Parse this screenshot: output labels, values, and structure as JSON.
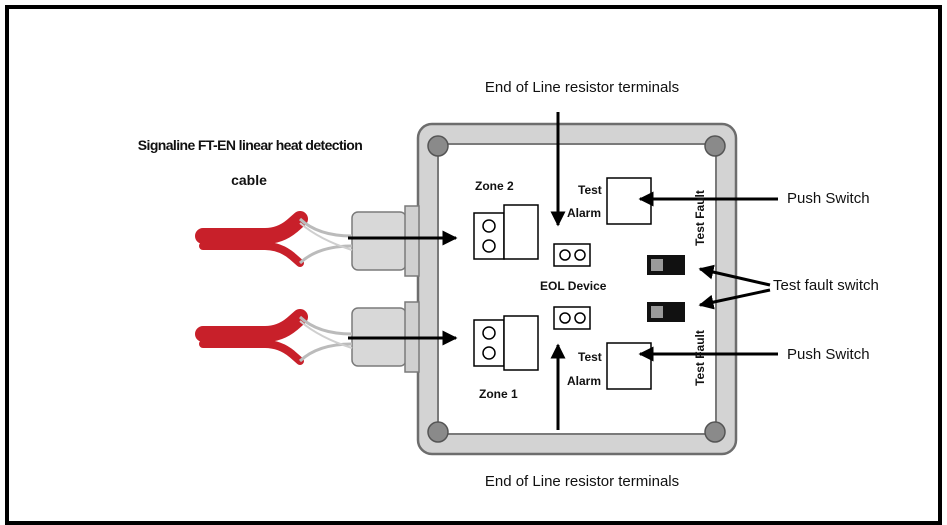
{
  "labels": {
    "eol_top": "End of Line resistor terminals",
    "eol_bottom": "End of Line resistor terminals",
    "cable_line1": "Signaline FT-EN  linear heat detection",
    "cable_line2": "cable",
    "zone2": "Zone 2",
    "zone1": "Zone 1",
    "test": "Test",
    "alarm": "Alarm",
    "test2": "Test",
    "alarm2": "Alarm",
    "eol_device": "EOL Device",
    "test_fault_top": "Test Fault",
    "test_fault_bottom": "Test Fault",
    "push_switch_top": "Push Switch",
    "push_switch_bottom": "Push Switch",
    "test_fault_switch": "Test fault switch"
  },
  "colors": {
    "cable_red": "#c8202a",
    "enclosure": "#d0d0d0",
    "enclosure_edge": "#6d6d6d",
    "frame": "#000000"
  }
}
